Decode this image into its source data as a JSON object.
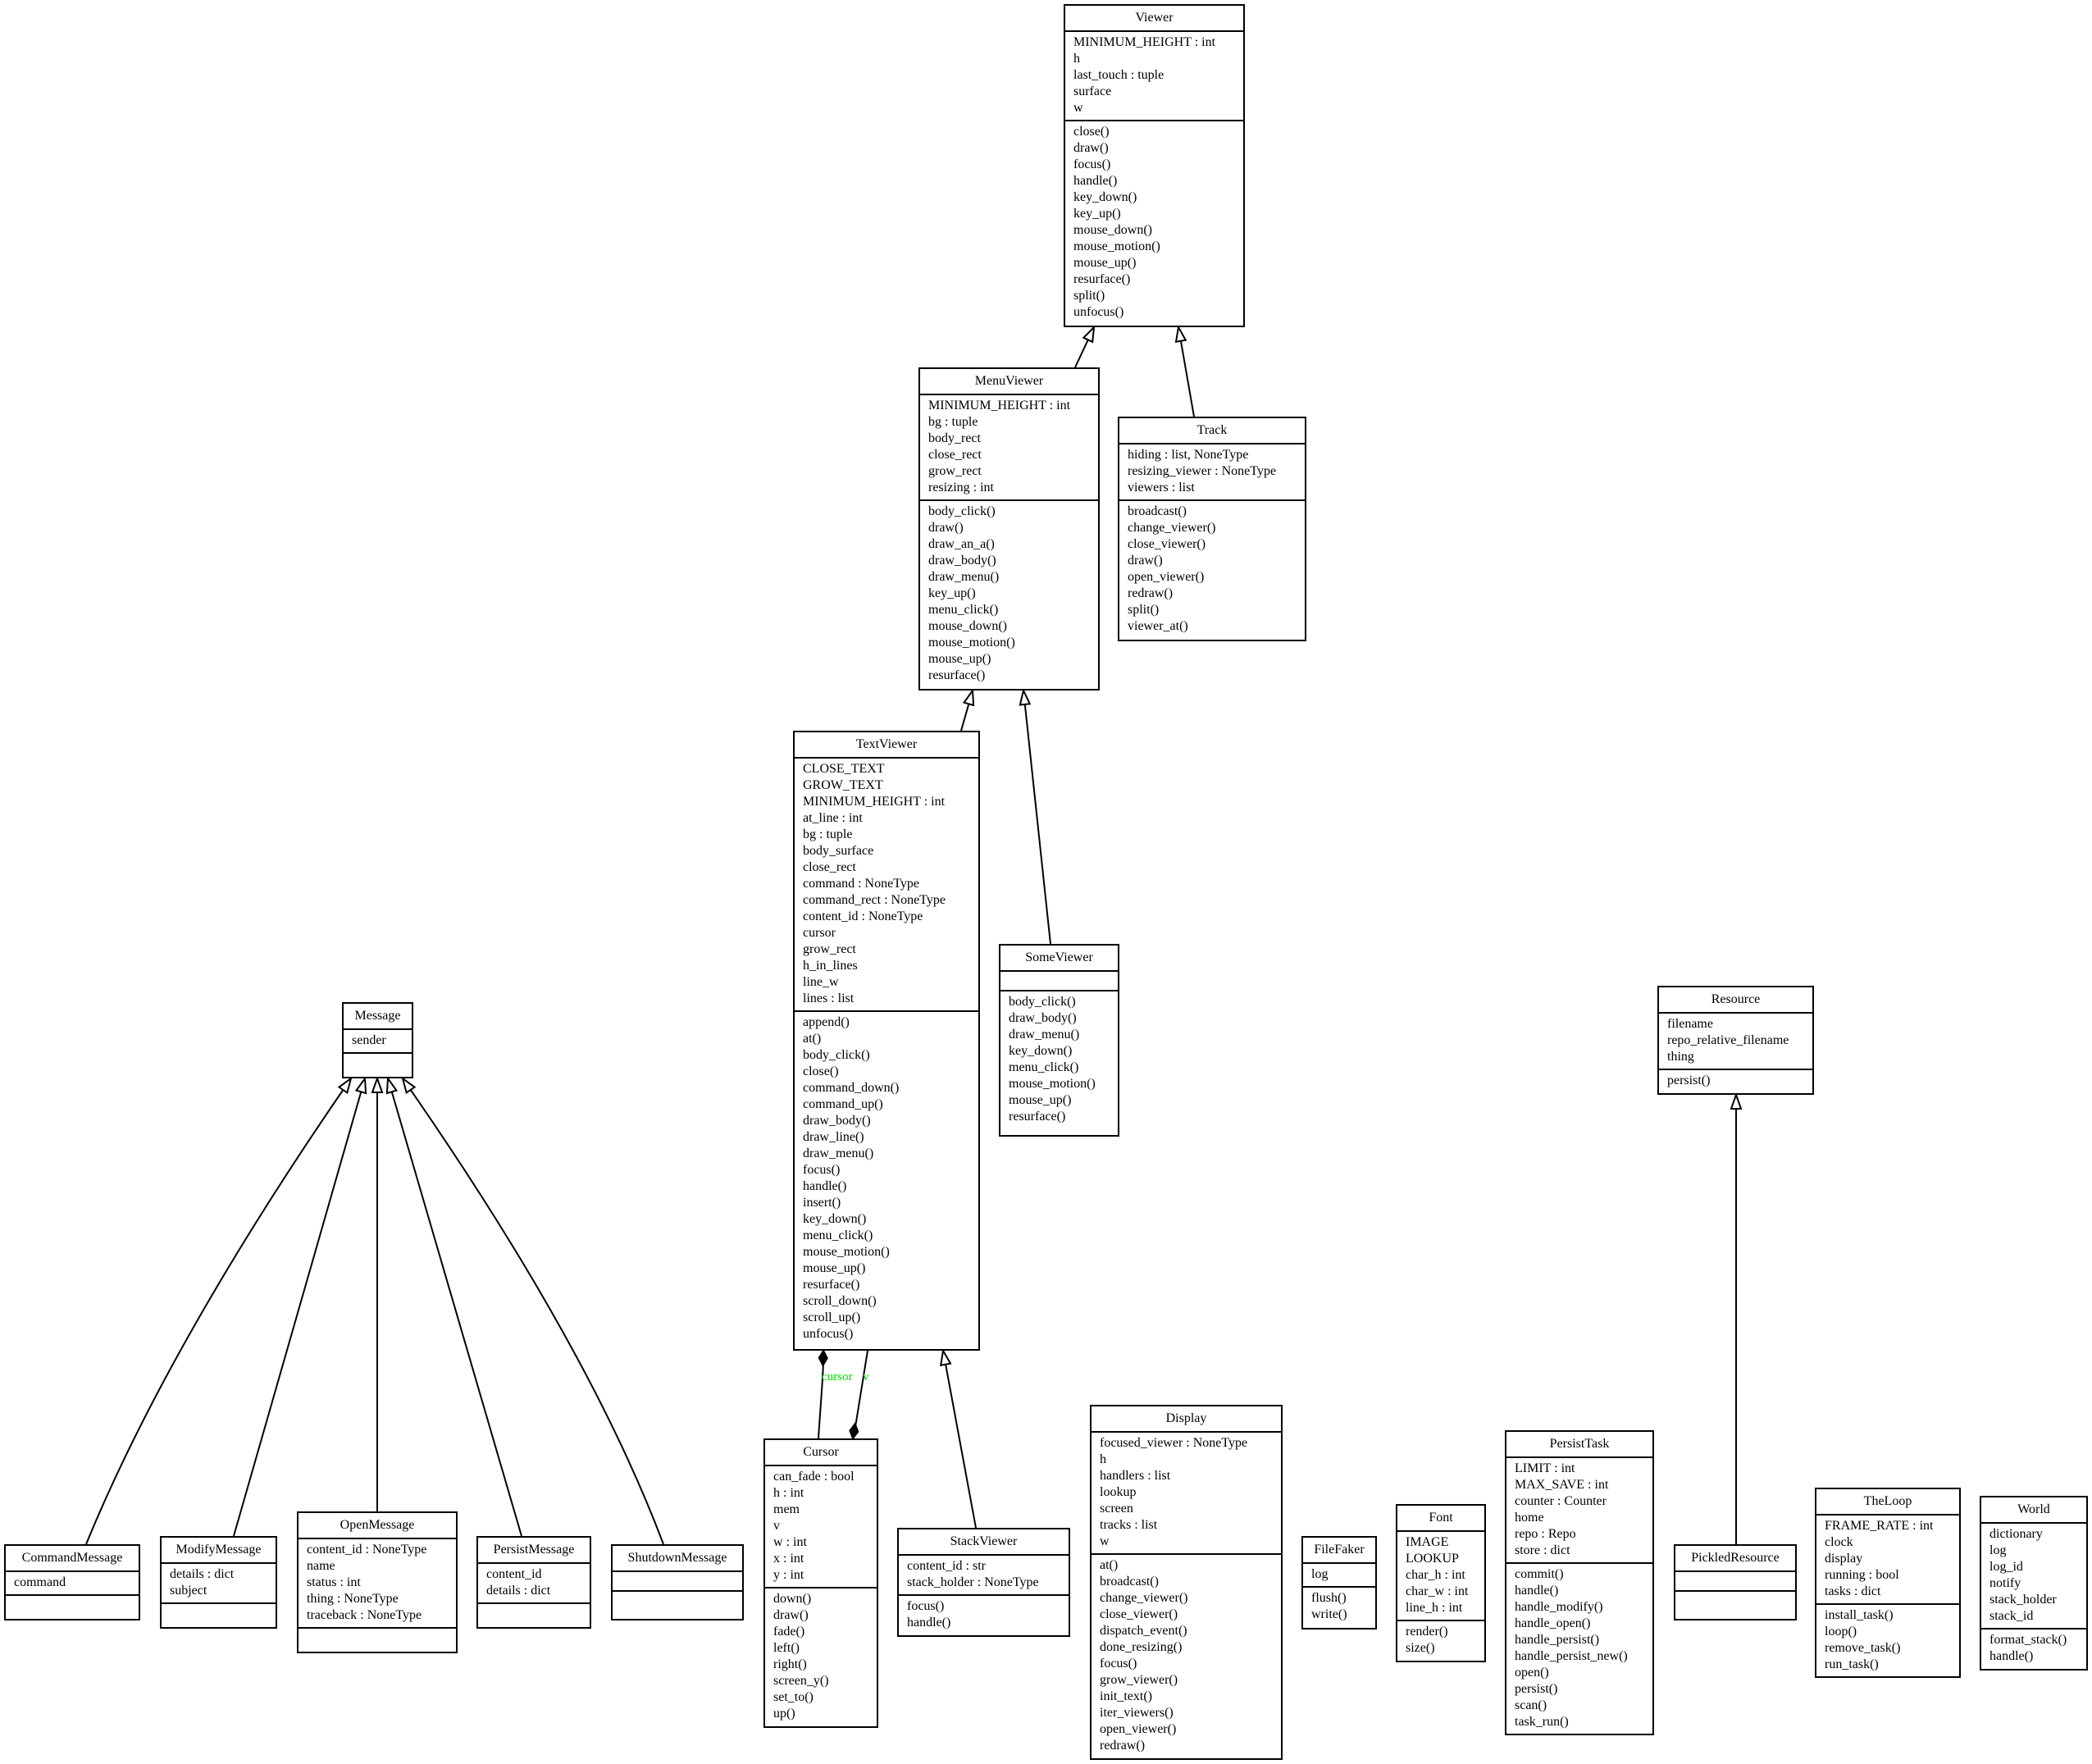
{
  "classes": {
    "viewer": {
      "name": "Viewer",
      "attributes": [
        "MINIMUM_HEIGHT : int",
        "h",
        "last_touch : tuple",
        "surface",
        "w"
      ],
      "methods": [
        "close()",
        "draw()",
        "focus()",
        "handle()",
        "key_down()",
        "key_up()",
        "mouse_down()",
        "mouse_motion()",
        "mouse_up()",
        "resurface()",
        "split()",
        "unfocus()"
      ]
    },
    "menuviewer": {
      "name": "MenuViewer",
      "attributes": [
        "MINIMUM_HEIGHT : int",
        "bg : tuple",
        "body_rect",
        "close_rect",
        "grow_rect",
        "resizing : int"
      ],
      "methods": [
        "body_click()",
        "draw()",
        "draw_an_a()",
        "draw_body()",
        "draw_menu()",
        "key_up()",
        "menu_click()",
        "mouse_down()",
        "mouse_motion()",
        "mouse_up()",
        "resurface()"
      ]
    },
    "track": {
      "name": "Track",
      "attributes": [
        "hiding : list, NoneType",
        "resizing_viewer : NoneType",
        "viewers : list"
      ],
      "methods": [
        "broadcast()",
        "change_viewer()",
        "close_viewer()",
        "draw()",
        "open_viewer()",
        "redraw()",
        "split()",
        "viewer_at()"
      ]
    },
    "textviewer": {
      "name": "TextViewer",
      "attributes": [
        "CLOSE_TEXT",
        "GROW_TEXT",
        "MINIMUM_HEIGHT : int",
        "at_line : int",
        "bg : tuple",
        "body_surface",
        "close_rect",
        "command : NoneType",
        "command_rect : NoneType",
        "content_id : NoneType",
        "cursor",
        "grow_rect",
        "h_in_lines",
        "line_w",
        "lines : list"
      ],
      "methods": [
        "append()",
        "at()",
        "body_click()",
        "close()",
        "command_down()",
        "command_up()",
        "draw_body()",
        "draw_line()",
        "draw_menu()",
        "focus()",
        "handle()",
        "insert()",
        "key_down()",
        "menu_click()",
        "mouse_motion()",
        "mouse_up()",
        "resurface()",
        "scroll_down()",
        "scroll_up()",
        "unfocus()"
      ]
    },
    "someviewer": {
      "name": "SomeViewer",
      "attributes": [],
      "methods": [
        "body_click()",
        "draw_body()",
        "draw_menu()",
        "key_down()",
        "menu_click()",
        "mouse_motion()",
        "mouse_up()",
        "resurface()"
      ]
    },
    "message": {
      "name": "Message",
      "attributes": [
        "sender"
      ],
      "methods": []
    },
    "resource": {
      "name": "Resource",
      "attributes": [
        "filename",
        "repo_relative_filename",
        "thing"
      ],
      "methods": [
        "persist()"
      ]
    },
    "cursor": {
      "name": "Cursor",
      "attributes": [
        "can_fade : bool",
        "h : int",
        "mem",
        "v",
        "w : int",
        "x : int",
        "y : int"
      ],
      "methods": [
        "down()",
        "draw()",
        "fade()",
        "left()",
        "right()",
        "screen_y()",
        "set_to()",
        "up()"
      ]
    },
    "stackviewer": {
      "name": "StackViewer",
      "attributes": [
        "content_id : str",
        "stack_holder : NoneType"
      ],
      "methods": [
        "focus()",
        "handle()"
      ]
    },
    "display": {
      "name": "Display",
      "attributes": [
        "focused_viewer : NoneType",
        "h",
        "handlers : list",
        "lookup",
        "screen",
        "tracks : list",
        "w"
      ],
      "methods": [
        "at()",
        "broadcast()",
        "change_viewer()",
        "close_viewer()",
        "dispatch_event()",
        "done_resizing()",
        "focus()",
        "grow_viewer()",
        "init_text()",
        "iter_viewers()",
        "open_viewer()",
        "redraw()"
      ]
    },
    "filefaker": {
      "name": "FileFaker",
      "attributes": [
        "log"
      ],
      "methods": [
        "flush()",
        "write()"
      ]
    },
    "font": {
      "name": "Font",
      "attributes": [
        "IMAGE",
        "LOOKUP",
        "char_h : int",
        "char_w : int",
        "line_h : int"
      ],
      "methods": [
        "render()",
        "size()"
      ]
    },
    "persisttask": {
      "name": "PersistTask",
      "attributes": [
        "LIMIT : int",
        "MAX_SAVE : int",
        "counter : Counter",
        "home",
        "repo : Repo",
        "store : dict"
      ],
      "methods": [
        "commit()",
        "handle()",
        "handle_modify()",
        "handle_open()",
        "handle_persist()",
        "handle_persist_new()",
        "open()",
        "persist()",
        "scan()",
        "task_run()"
      ]
    },
    "theloop": {
      "name": "TheLoop",
      "attributes": [
        "FRAME_RATE : int",
        "clock",
        "display",
        "running : bool",
        "tasks : dict"
      ],
      "methods": [
        "install_task()",
        "loop()",
        "remove_task()",
        "run_task()"
      ]
    },
    "world": {
      "name": "World",
      "attributes": [
        "dictionary",
        "log",
        "log_id",
        "notify",
        "stack_holder",
        "stack_id"
      ],
      "methods": [
        "format_stack()",
        "handle()"
      ]
    },
    "commandmessage": {
      "name": "CommandMessage",
      "attributes": [
        "command"
      ],
      "methods": []
    },
    "modifymessage": {
      "name": "ModifyMessage",
      "attributes": [
        "details : dict",
        "subject"
      ],
      "methods": []
    },
    "openmessage": {
      "name": "OpenMessage",
      "attributes": [
        "content_id : NoneType",
        "name",
        "status : int",
        "thing : NoneType",
        "traceback : NoneType"
      ],
      "methods": []
    },
    "persistmessage": {
      "name": "PersistMessage",
      "attributes": [
        "content_id",
        "details : dict"
      ],
      "methods": []
    },
    "shutdownmessage": {
      "name": "ShutdownMessage",
      "attributes": [],
      "methods": []
    },
    "pickledresource": {
      "name": "PickledResource",
      "attributes": [],
      "methods": []
    }
  },
  "relations": {
    "composition_label": "cursor",
    "composition_label_2": "v"
  }
}
